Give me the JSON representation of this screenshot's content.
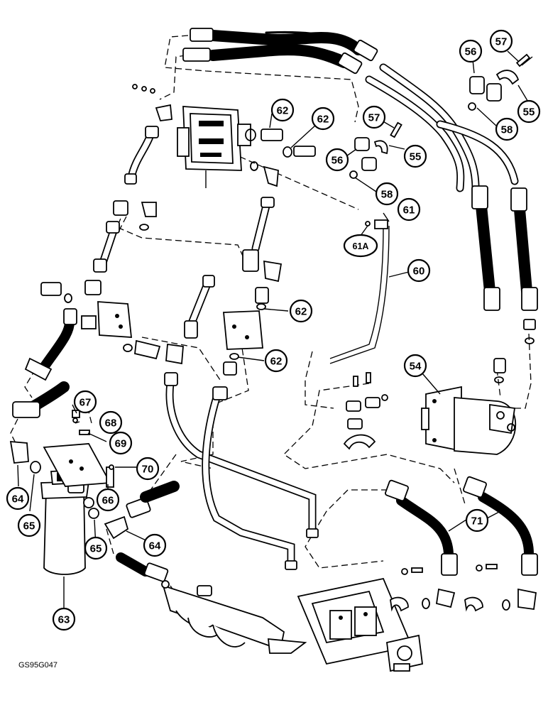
{
  "figure_code": "GS95G047",
  "callouts": [
    {
      "id": "c54",
      "label": "54"
    },
    {
      "id": "c55a",
      "label": "55"
    },
    {
      "id": "c55b",
      "label": "55"
    },
    {
      "id": "c56a",
      "label": "56"
    },
    {
      "id": "c56b",
      "label": "56"
    },
    {
      "id": "c57a",
      "label": "57"
    },
    {
      "id": "c57b",
      "label": "57"
    },
    {
      "id": "c58a",
      "label": "58"
    },
    {
      "id": "c58b",
      "label": "58"
    },
    {
      "id": "c60",
      "label": "60"
    },
    {
      "id": "c61",
      "label": "61"
    },
    {
      "id": "c61a",
      "label": "61A"
    },
    {
      "id": "c62a",
      "label": "62"
    },
    {
      "id": "c62b",
      "label": "62"
    },
    {
      "id": "c62c",
      "label": "62"
    },
    {
      "id": "c62d",
      "label": "62"
    },
    {
      "id": "c63",
      "label": "63"
    },
    {
      "id": "c64a",
      "label": "64"
    },
    {
      "id": "c64b",
      "label": "64"
    },
    {
      "id": "c65a",
      "label": "65"
    },
    {
      "id": "c65b",
      "label": "65"
    },
    {
      "id": "c66",
      "label": "66"
    },
    {
      "id": "c67",
      "label": "67"
    },
    {
      "id": "c68",
      "label": "68"
    },
    {
      "id": "c69",
      "label": "69"
    },
    {
      "id": "c70",
      "label": "70"
    },
    {
      "id": "c71",
      "label": "71"
    }
  ]
}
